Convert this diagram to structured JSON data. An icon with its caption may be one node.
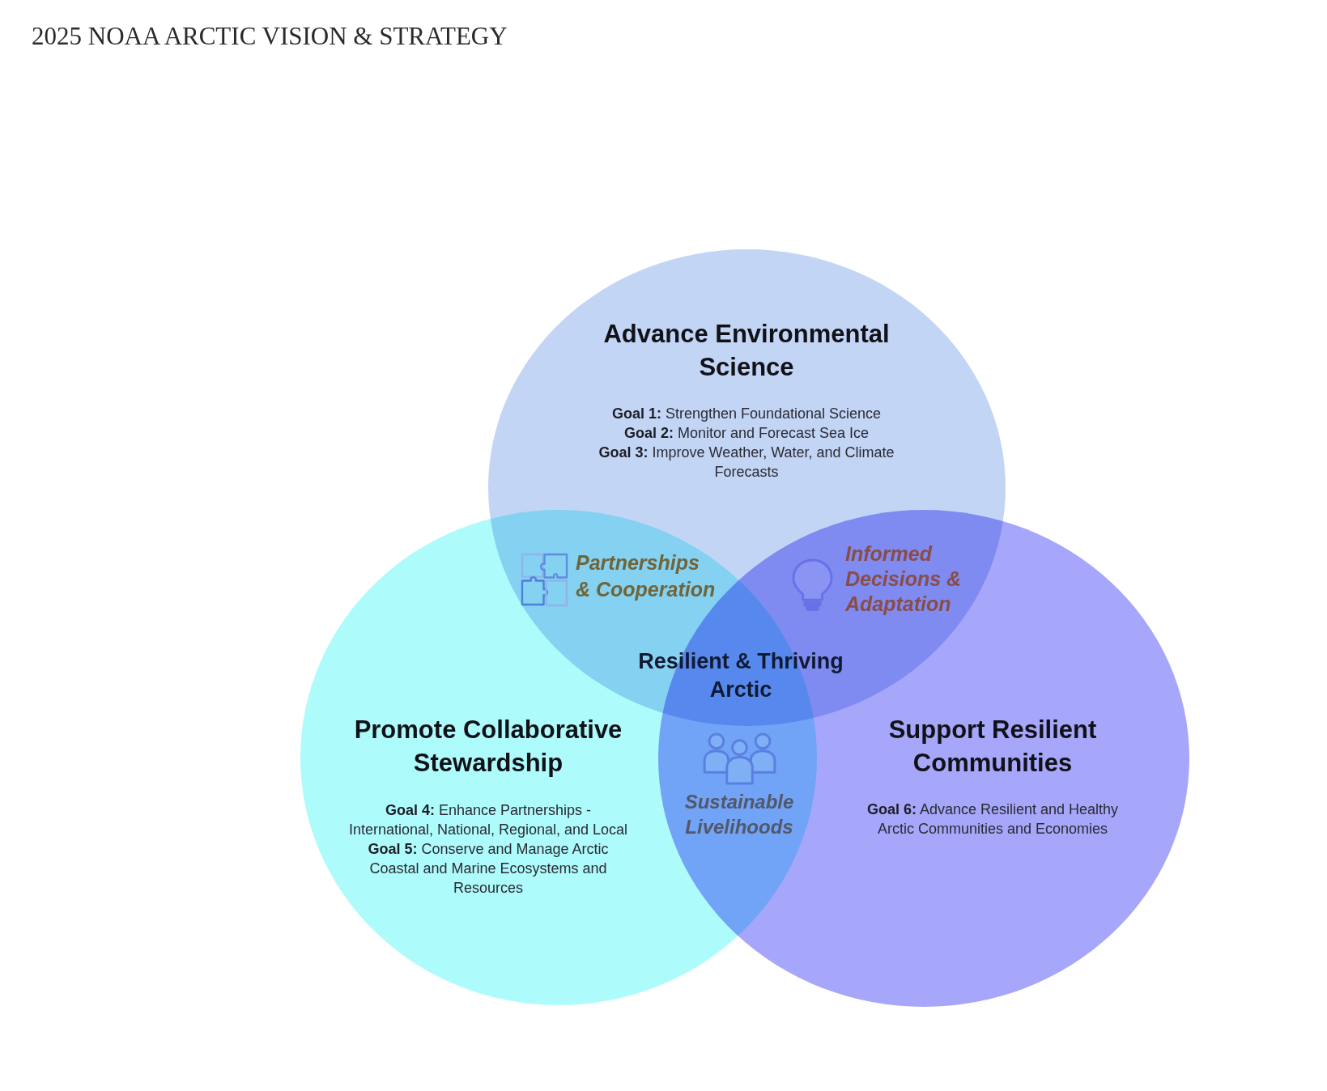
{
  "diagram": {
    "title": "2025 NOAA ARCTIC VISION & STRATEGY",
    "nodes": [
      {
        "text": [
          "Advance Environmental Science",
          "**Goal 1:** Strengthen Foundational Science",
          "**Goal 2:** Monitor and Forecast Sea Ice",
          "**Goal 3:** Improve Weather, Water, and Climate Forecasts"
        ]
      },
      {
        "text": [
          "Promote Collaborative Stewardship",
          "**Goal 4:** Enhance Partnerships - International, National, Regional, and Local",
          "**Goal 5:** Conserve and Manage Arctic Coastal and Marine Ecosystems and Resources"
        ]
      },
      {
        "text": [
          "Support Resilient Communities",
          "**Goal 6:** Advance Resilient and Healthy Arctic Communities and Economies"
        ]
      }
    ],
    "labels": [
      "Partnerships & Cooperation",
      "Informed Decisions & Adaptation",
      "Resilient & Thriving Arctic",
      "Sustainable Livelihoods"
    ]
  }
}
